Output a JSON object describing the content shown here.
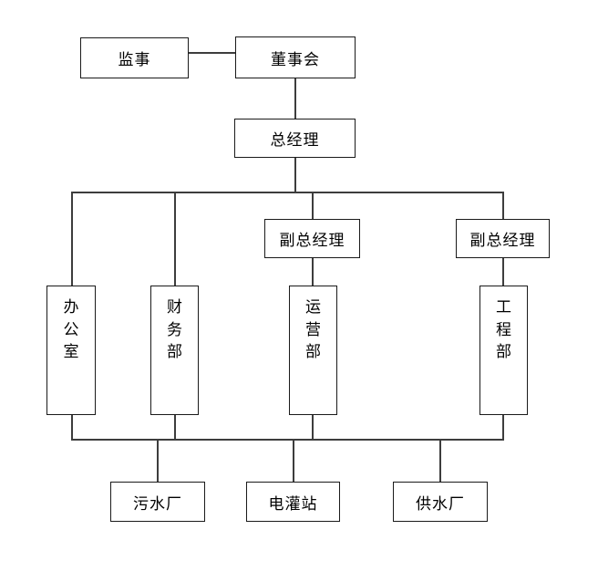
{
  "chart": {
    "type": "org-chart",
    "title": "",
    "background": "#ffffff",
    "line_color": "#3d3d3d",
    "box_border_color": "#1a1a1a",
    "nodes": {
      "supervisor": "监事",
      "board": "董事会",
      "general_manager": "总经理",
      "deputy_manager_1": "副总经理",
      "deputy_manager_2": "副总经理",
      "office": "办公室",
      "finance_dept": "财务部",
      "operations_dept": "运营部",
      "engineering_dept": "工程部",
      "sewage_plant": "污水厂",
      "irrigation_station": "电灌站",
      "water_supply_plant": "供水厂"
    },
    "levels": [
      {
        "level": 1,
        "labels": [
          "监事",
          "董事会"
        ]
      },
      {
        "level": 2,
        "labels": [
          "总经理"
        ]
      },
      {
        "level": 3,
        "labels": [
          "副总经理",
          "副总经理"
        ]
      },
      {
        "level": 4,
        "labels": [
          "办公室",
          "财务部",
          "运营部",
          "工程部"
        ]
      },
      {
        "level": 5,
        "labels": [
          "污水厂",
          "电灌站",
          "供水厂"
        ]
      }
    ],
    "edges": [
      {
        "from": "监事",
        "to": "董事会"
      },
      {
        "from": "董事会",
        "to": "总经理"
      },
      {
        "from": "总经理",
        "to": "办公室"
      },
      {
        "from": "总经理",
        "to": "财务部"
      },
      {
        "from": "总经理",
        "to": "副总经理"
      },
      {
        "from": "总经理",
        "to": "副总经理"
      },
      {
        "from": "副总经理",
        "to": "运营部"
      },
      {
        "from": "副总经理",
        "to": "工程部"
      },
      {
        "from": "办公室",
        "to": "污水厂"
      },
      {
        "from": "财务部",
        "to": "电灌站"
      },
      {
        "from": "运营部",
        "to": "供水厂"
      },
      {
        "from": "工程部",
        "to": "供水厂"
      }
    ]
  }
}
